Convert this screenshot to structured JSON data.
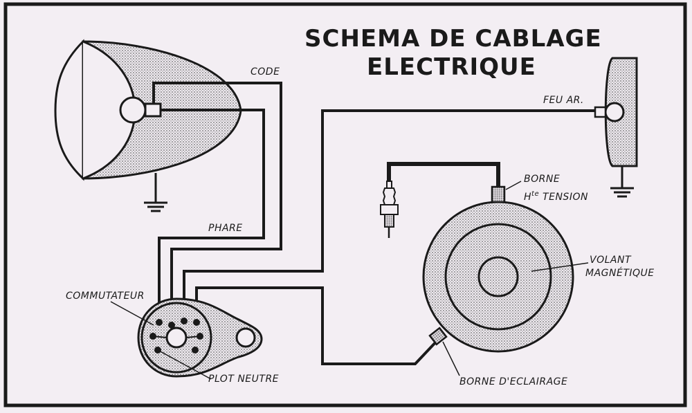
{
  "title": {
    "line1": "SCHEMA DE CABLAGE",
    "line2": "ELECTRIQUE"
  },
  "labels": {
    "code": "CODE",
    "phare": "PHARE",
    "feu_ar": "FEU AR.",
    "borne_ht_1": "BORNE",
    "borne_ht_2_prefix": "H",
    "borne_ht_2_sup": "te",
    "borne_ht_2_rest": " TENSION",
    "volant_1": "VOLANT",
    "volant_2": "MAGNÉTIQUE",
    "commutateur": "COMMUTATEUR",
    "plot_neutre": "PLOT NEUTRE",
    "borne_eclairage": "BORNE D'ECLAIRAGE"
  }
}
